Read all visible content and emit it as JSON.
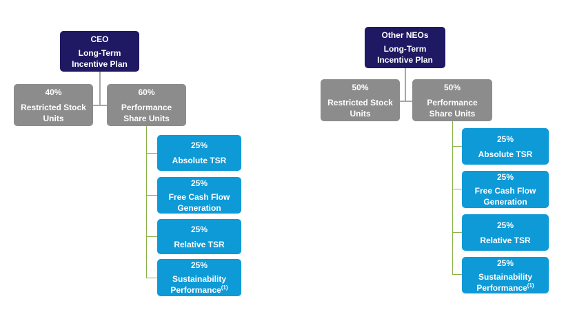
{
  "colors": {
    "plan_box": "#1f1963",
    "award_box": "#8c8c8c",
    "metric_box": "#0e9ad7",
    "connector_gray": "#a6a6a6",
    "connector_green": "#8db24c"
  },
  "ceo": {
    "plan": {
      "role": "CEO",
      "title_line1": "Long-Term",
      "title_line2": "Incentive Plan"
    },
    "rsu": {
      "pct": "40%",
      "label_line1": "Restricted Stock",
      "label_line2": "Units"
    },
    "psu": {
      "pct": "60%",
      "label_line1": "Performance",
      "label_line2": "Share Units"
    },
    "metrics": [
      {
        "pct": "25%",
        "label_line1": "Absolute TSR"
      },
      {
        "pct": "25%",
        "label_line1": "Free Cash Flow",
        "label_line2": "Generation"
      },
      {
        "pct": "25%",
        "label_line1": "Relative TSR"
      },
      {
        "pct": "25%",
        "label_line1": "Sustainability",
        "label_line2": "Performance",
        "note": "(1)"
      }
    ]
  },
  "neos": {
    "plan": {
      "role": "Other NEOs",
      "title_line1": "Long-Term",
      "title_line2": "Incentive Plan"
    },
    "rsu": {
      "pct": "50%",
      "label_line1": "Restricted Stock",
      "label_line2": "Units"
    },
    "psu": {
      "pct": "50%",
      "label_line1": "Performance",
      "label_line2": "Share Units"
    },
    "metrics": [
      {
        "pct": "25%",
        "label_line1": "Absolute TSR"
      },
      {
        "pct": "25%",
        "label_line1": "Free Cash Flow",
        "label_line2": "Generation"
      },
      {
        "pct": "25%",
        "label_line1": "Relative TSR"
      },
      {
        "pct": "25%",
        "label_line1": "Sustainability",
        "label_line2": "Performance",
        "note": "(1)"
      }
    ]
  }
}
